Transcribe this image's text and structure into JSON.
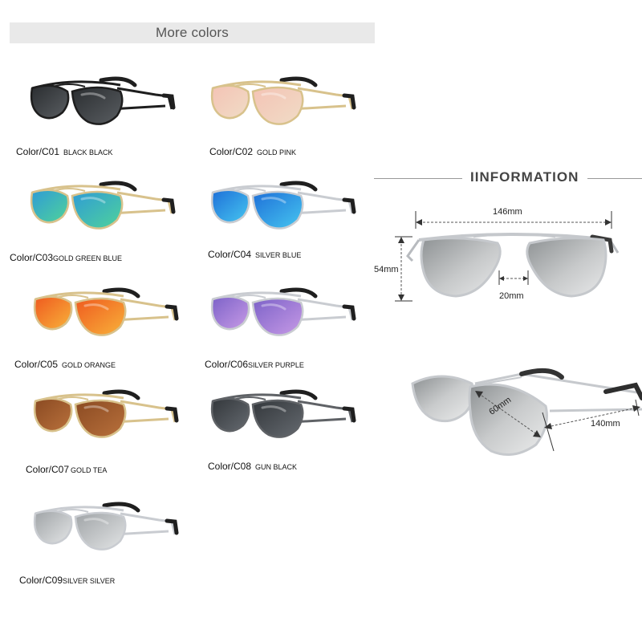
{
  "header": {
    "title": "More colors"
  },
  "variants": [
    {
      "code": "Color/C01",
      "name": "BLACK BLACK",
      "frame": "#1e1e1e",
      "lens_a": "#2a2d30",
      "lens_b": "#5a5e62"
    },
    {
      "code": "Color/C02",
      "name": "GOLD PINK",
      "frame": "#d8c28c",
      "lens_a": "#f4c3b5",
      "lens_b": "#f0dcc6"
    },
    {
      "code": "Color/C03",
      "name": "GOLD GREEN BLUE",
      "frame": "#d8c28c",
      "lens_a": "#2f9bd6",
      "lens_b": "#4fd39a"
    },
    {
      "code": "Color/C04",
      "name": "SILVER BLUE",
      "frame": "#c9ccd1",
      "lens_a": "#1e6fd8",
      "lens_b": "#46c6f0"
    },
    {
      "code": "Color/C05",
      "name": "GOLD ORANGE",
      "frame": "#d8c28c",
      "lens_a": "#ef5a1f",
      "lens_b": "#f8b23a"
    },
    {
      "code": "Color/C06",
      "name": "SILVER PURPLE",
      "frame": "#c9ccd1",
      "lens_a": "#7c62c8",
      "lens_b": "#c79ae6"
    },
    {
      "code": "Color/C07",
      "name": "GOLD TEA",
      "frame": "#d8c28c",
      "lens_a": "#8a4a22",
      "lens_b": "#b9713c"
    },
    {
      "code": "Color/C08",
      "name": "GUN BLACK",
      "frame": "#5f6266",
      "lens_a": "#33373b",
      "lens_b": "#656a70"
    },
    {
      "code": "Color/C09",
      "name": "SILVER SILVER",
      "frame": "#c9ccd1",
      "lens_a": "#9fa3a6",
      "lens_b": "#e3e5e6"
    }
  ],
  "information": {
    "title": "IINFORMATION",
    "dim_total_width": "146mm",
    "dim_lens_height": "54mm",
    "dim_bridge": "20mm",
    "dim_lens_width": "60mm",
    "dim_temple": "140mm"
  }
}
